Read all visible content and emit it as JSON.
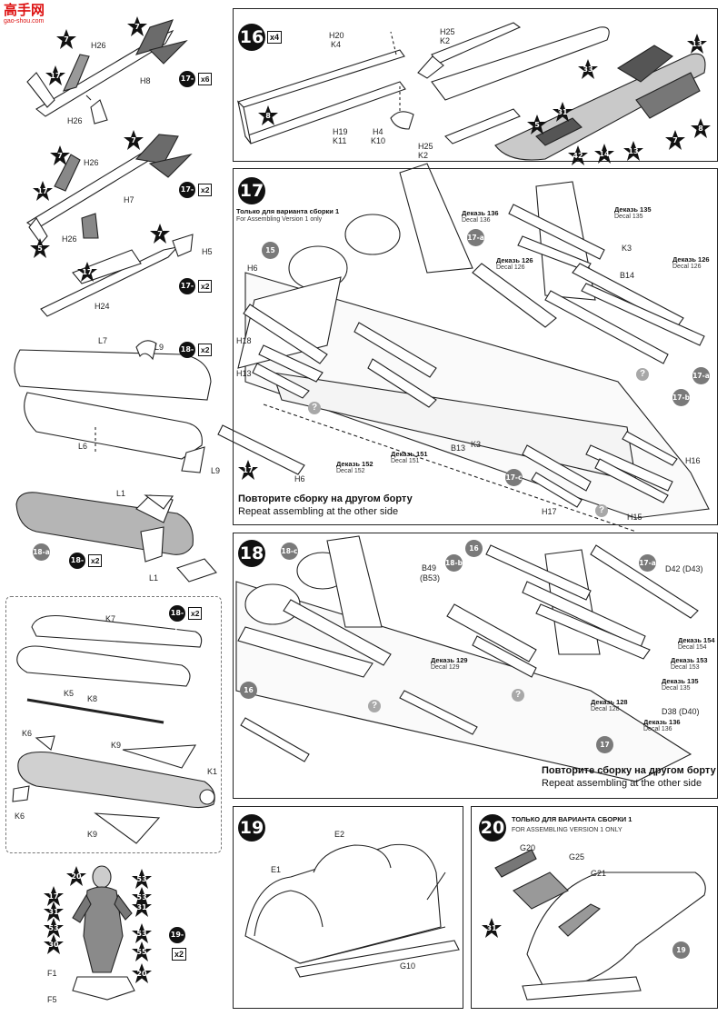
{
  "watermark": {
    "title": "高手网",
    "url": "gao-shou.com"
  },
  "steps": {
    "s16": {
      "num": "16",
      "mult": "x4"
    },
    "s17": {
      "num": "17",
      "note_ru": "Только для варианта сборки 1",
      "note_en": "For Assembling Version 1 only",
      "repeat_ru": "Повторите сборку на другом борту",
      "repeat_en": "Repeat assembling at the other side"
    },
    "s18": {
      "num": "18",
      "repeat_ru": "Повторите сборку на другом борту",
      "repeat_en": "Repeat assembling at the other side"
    },
    "s19": {
      "num": "19"
    },
    "s20": {
      "num": "20",
      "note_ru": "ТОЛЬКО ДЛЯ ВАРИАНТА СБОРКИ 1",
      "note_en": "FOR ASSEMBLING VERSION 1 ONLY"
    }
  },
  "subassemblies": {
    "a17a": {
      "label": "17-a",
      "mult": "x6"
    },
    "a17b": {
      "label": "17-b",
      "mult": "x2"
    },
    "a17c": {
      "label": "17-c",
      "mult": "x2"
    },
    "a18a": {
      "label": "18-a",
      "mult": "x2"
    },
    "a18b": {
      "label": "18-b",
      "mult": "x2"
    },
    "a18c": {
      "label": "18-c",
      "mult": "x2"
    },
    "a19a": {
      "label": "19-a",
      "mult": "x2"
    }
  },
  "parts": {
    "H26": "H26",
    "H8": "H8",
    "H7": "H7",
    "H5": "H5",
    "H24": "H24",
    "L7": "L7",
    "L9": "L9",
    "L6": "L6",
    "L1": "L1",
    "K7": "K7",
    "K5": "K5",
    "K8": "K8",
    "K6": "K6",
    "K9": "K9",
    "K1": "K1",
    "F1": "F1",
    "F5": "F5",
    "H20": "H20",
    "K4": "K4",
    "H19": "H19",
    "K11": "K11",
    "H25": "H25",
    "K2": "K2",
    "H4": "H4",
    "K10": "K10",
    "H6": "H6",
    "H18": "H18",
    "H13": "H13",
    "K3": "K3",
    "B14": "B14",
    "B13": "B13",
    "H16": "H16",
    "H17": "H17",
    "H15": "H15",
    "B49": "B49",
    "B53": "(B53)",
    "D42": "D42 (D43)",
    "D38": "D38 (D40)",
    "E1": "E1",
    "E2": "E2",
    "G10": "G10",
    "G20": "G20",
    "G25": "G25",
    "G21": "G21"
  },
  "decals": {
    "d136": {
      "ru": "Деказь 136",
      "en": "Decal 136"
    },
    "d135": {
      "ru": "Деказь 135",
      "en": "Decal 135"
    },
    "d126": {
      "ru": "Деказь 126",
      "en": "Decal 126"
    },
    "d152": {
      "ru": "Деказь 152",
      "en": "Decal 152"
    },
    "d151": {
      "ru": "Деказь 151",
      "en": "Decal 151"
    },
    "d129": {
      "ru": "Деказь 129",
      "en": "Decal 129"
    },
    "d128": {
      "ru": "Деказь 128",
      "en": "Decal 128"
    },
    "d154": {
      "ru": "Деказь 154",
      "en": "Decal 154"
    },
    "d153": {
      "ru": "Деказь 153",
      "en": "Decal 153"
    }
  },
  "paint_codes": {
    "c7": "7",
    "c17": "17",
    "c5": "5",
    "c13": "13",
    "c33": "33",
    "c8": "8",
    "c31": "31",
    "c42": "42",
    "c14": "14",
    "c20": "20",
    "c53": "53",
    "c30": "30",
    "c55": "55",
    "c15": "15",
    "c16": "16",
    "c19": "19"
  },
  "qmark": "?",
  "colors": {
    "ink": "#111111",
    "paint_grey": "#7a7a7a",
    "mid_grey": "#a8a8a8"
  }
}
